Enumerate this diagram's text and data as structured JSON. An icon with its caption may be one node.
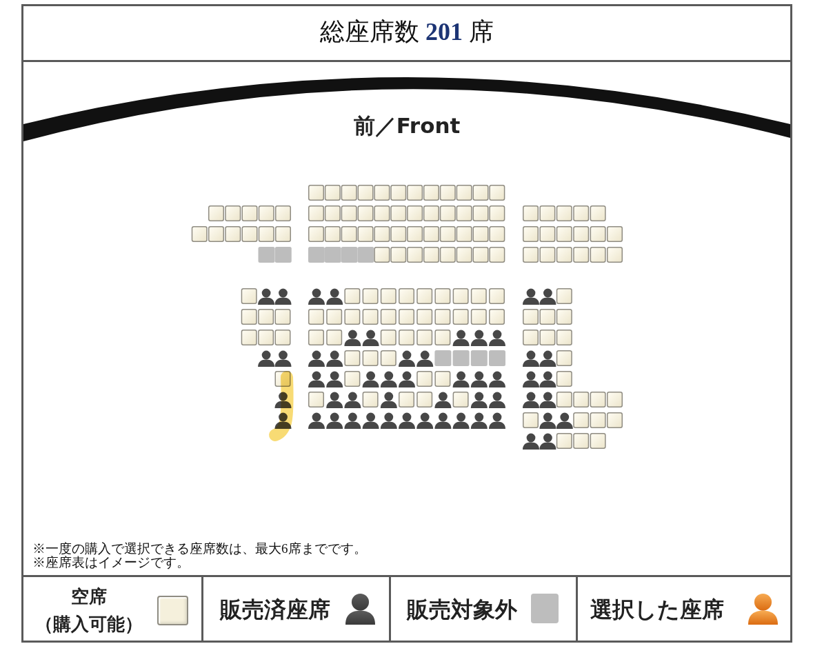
{
  "diagram": {
    "title": "総座席数 **201** 席",
    "labels": [
      "前／Front",
      "※一度の購入で選択できる座席数は、最大6席までです。",
      "※座席表はイメージです。"
    ],
    "legend": [
      {
        "text": "空席（購入可能）",
        "color": "#f5f0dc"
      },
      {
        "text": "販売済座席"
      },
      {
        "text": "販売対象外",
        "color": "#bdbdbd"
      },
      {
        "text": "選択した座席"
      }
    ]
  }
}
